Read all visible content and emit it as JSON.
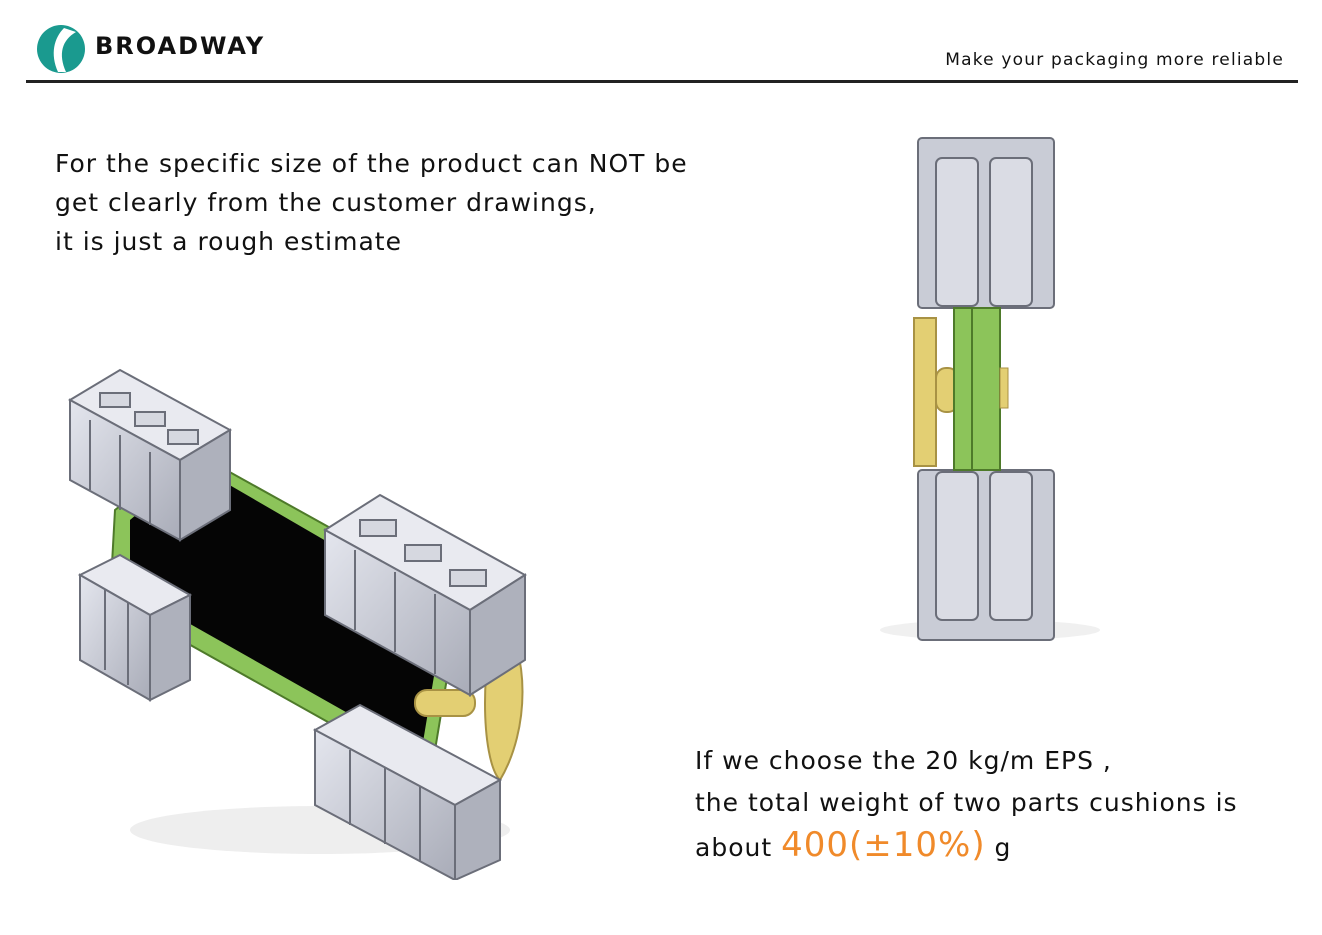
{
  "header": {
    "brand": "BROADWAY",
    "tagline": "Make your packaging more reliable",
    "brand_color": "#1a9a8f"
  },
  "note": {
    "line1": "For the specific size of the product can NOT be",
    "line2": "get clearly from the customer drawings,",
    "line3": "it is just a rough estimate"
  },
  "weight": {
    "line1": "If we choose the 20 kg/m  EPS ,",
    "line2": "the total weight of two parts cushions is",
    "prefix": "about",
    "value": "400(±10%)",
    "unit": "g",
    "value_color": "#f08a2a"
  },
  "colors": {
    "foam": "#c9ccd6",
    "frame_green": "#8cc45a",
    "panel_black": "#050505",
    "gold": "#e3cf73"
  }
}
